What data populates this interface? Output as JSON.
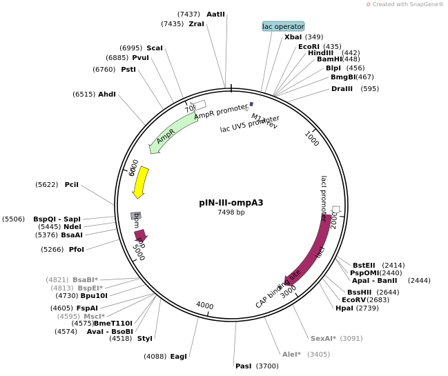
{
  "watermark": "Created with SnapGene®",
  "plasmid": {
    "name": "pIN-III-ompA3",
    "size_label": "7498 bp",
    "length": 7498
  },
  "ticks": [
    {
      "pos": 1000,
      "label": "1000"
    },
    {
      "pos": 2000,
      "label": "2000"
    },
    {
      "pos": 3000,
      "label": "3000"
    },
    {
      "pos": 4000,
      "label": "4000"
    },
    {
      "pos": 5000,
      "label": "5000"
    },
    {
      "pos": 6000,
      "label": "6000"
    },
    {
      "pos": 7000,
      "label": "7000"
    }
  ],
  "features": [
    {
      "id": "ampr-promoter",
      "label": "AmpR promoter",
      "start": 7200,
      "end": 7085,
      "color": "#ffffff",
      "direction": "cw"
    },
    {
      "id": "ampr",
      "label": "AmpR",
      "start": 7050,
      "end": 6300,
      "color": "#ccf5c8",
      "direction": "ccw"
    },
    {
      "id": "ori",
      "label": "ori",
      "start": 6110,
      "end": 5700,
      "color": "#ffff00",
      "direction": "ccw"
    },
    {
      "id": "bom",
      "label": "bom",
      "start": 5530,
      "end": 5450,
      "color": "#a9adb2",
      "direction": "none"
    },
    {
      "id": "rop",
      "label": "rop",
      "start": 5300,
      "end": 5150,
      "color": "#a42c66",
      "direction": "ccw"
    },
    {
      "id": "m13-rev",
      "label": "M13 rev",
      "start": 220,
      "end": 250,
      "color": "#4a40a8",
      "direction": "none"
    },
    {
      "id": "lac-uv5-promoter",
      "label": "lac UV5 promoter",
      "start": 180,
      "end": 205,
      "color": "#ffffff",
      "direction": "none"
    },
    {
      "id": "laci-promoter",
      "label": "lacI promoter",
      "start": 1890,
      "end": 1970,
      "color": "#ffffff",
      "direction": "cw"
    },
    {
      "id": "laci",
      "label": "lacI",
      "start": 1995,
      "end": 3050,
      "color": "#a42c66",
      "direction": "cw"
    },
    {
      "id": "cap-binding-site",
      "label": "CAP binding site",
      "start": 3105,
      "end": 3125,
      "color": "#2e6e73",
      "direction": "none"
    }
  ],
  "lac_operator": {
    "label": "lac operator",
    "pos": 260
  },
  "sites": [
    {
      "name": "AatII",
      "pos_label": "(7437)",
      "pos": 7437,
      "side": "right",
      "dim": false
    },
    {
      "name": "ZraI",
      "pos_label": "(7435)",
      "pos": 7435,
      "side": "right",
      "dim": false
    },
    {
      "name": "ScaI",
      "pos_label": "(6995)",
      "pos": 6995,
      "side": "right",
      "dim": false
    },
    {
      "name": "PvuI",
      "pos_label": "(6885)",
      "pos": 6885,
      "side": "right",
      "dim": false
    },
    {
      "name": "PstI",
      "pos_label": "(6760)",
      "pos": 6760,
      "side": "right",
      "dim": false
    },
    {
      "name": "AhdI",
      "pos_label": "(6515)",
      "pos": 6515,
      "side": "right",
      "dim": false
    },
    {
      "name": "XbaI",
      "pos_label": "(349)",
      "pos": 349,
      "side": "left",
      "dim": false
    },
    {
      "name": "EcoRI",
      "pos_label": "(435)",
      "pos": 435,
      "side": "left",
      "dim": false
    },
    {
      "name": "HindIII",
      "pos_label": "(442)",
      "pos": 442,
      "side": "left",
      "dim": false
    },
    {
      "name": "BamHI",
      "pos_label": "(448)",
      "pos": 448,
      "side": "left",
      "dim": false
    },
    {
      "name": "BlpI",
      "pos_label": "(456)",
      "pos": 456,
      "side": "left",
      "dim": false
    },
    {
      "name": "BmgBI",
      "pos_label": "(467)",
      "pos": 467,
      "side": "left",
      "dim": false
    },
    {
      "name": "DraIII",
      "pos_label": "(595)",
      "pos": 595,
      "side": "left",
      "dim": false
    },
    {
      "name": "PciI",
      "pos_label": "(5622)",
      "pos": 5622,
      "side": "right",
      "dim": false
    },
    {
      "name": "BspQI - SapI",
      "pos_label": "(5506)",
      "pos": 5506,
      "side": "right",
      "dim": false
    },
    {
      "name": "NdeI",
      "pos_label": "(5445)",
      "pos": 5445,
      "side": "right",
      "dim": false
    },
    {
      "name": "BsaAI",
      "pos_label": "(5376)",
      "pos": 5376,
      "side": "right",
      "dim": false
    },
    {
      "name": "PfoI",
      "pos_label": "(5266)",
      "pos": 5266,
      "side": "right",
      "dim": false
    },
    {
      "name": "BstEII",
      "pos_label": "(2414)",
      "pos": 2414,
      "side": "left",
      "dim": false
    },
    {
      "name": "PspOMI",
      "pos_label": "(2440)",
      "pos": 2440,
      "side": "left",
      "dim": false
    },
    {
      "name": "ApaI - BanII",
      "pos_label": "(2444)",
      "pos": 2444,
      "side": "left",
      "dim": false
    },
    {
      "name": "BssHII",
      "pos_label": "(2644)",
      "pos": 2644,
      "side": "left",
      "dim": false
    },
    {
      "name": "EcoRV",
      "pos_label": "(2683)",
      "pos": 2683,
      "side": "left",
      "dim": false
    },
    {
      "name": "HpaI",
      "pos_label": "(2739)",
      "pos": 2739,
      "side": "left",
      "dim": false
    },
    {
      "name": "BsaBI*",
      "pos_label": "(4821)",
      "pos": 4821,
      "side": "right",
      "dim": true
    },
    {
      "name": "BspEI*",
      "pos_label": "(4813)",
      "pos": 4813,
      "side": "right",
      "dim": true
    },
    {
      "name": "Bpu10I",
      "pos_label": "(4730)",
      "pos": 4730,
      "side": "right",
      "dim": false
    },
    {
      "name": "FspAI",
      "pos_label": "(4605)",
      "pos": 4605,
      "side": "right",
      "dim": false
    },
    {
      "name": "MscI*",
      "pos_label": "(4595)",
      "pos": 4595,
      "side": "right",
      "dim": true
    },
    {
      "name": "BmeT110I",
      "pos_label": "(4575)",
      "pos": 4575,
      "side": "right",
      "dim": false
    },
    {
      "name": "AvaI - BsoBI",
      "pos_label": "(4574)",
      "pos": 4574,
      "side": "right",
      "dim": false
    },
    {
      "name": "StyI",
      "pos_label": "(4518)",
      "pos": 4518,
      "side": "right",
      "dim": false
    },
    {
      "name": "EagI",
      "pos_label": "(4088)",
      "pos": 4088,
      "side": "right",
      "dim": false
    },
    {
      "name": "PasI",
      "pos_label": "(3700)",
      "pos": 3700,
      "side": "left",
      "dim": false
    },
    {
      "name": "AleI*",
      "pos_label": "(3405)",
      "pos": 3405,
      "side": "left",
      "dim": true
    },
    {
      "name": "SexAI*",
      "pos_label": "(3091)",
      "pos": 3091,
      "side": "left",
      "dim": true
    }
  ]
}
